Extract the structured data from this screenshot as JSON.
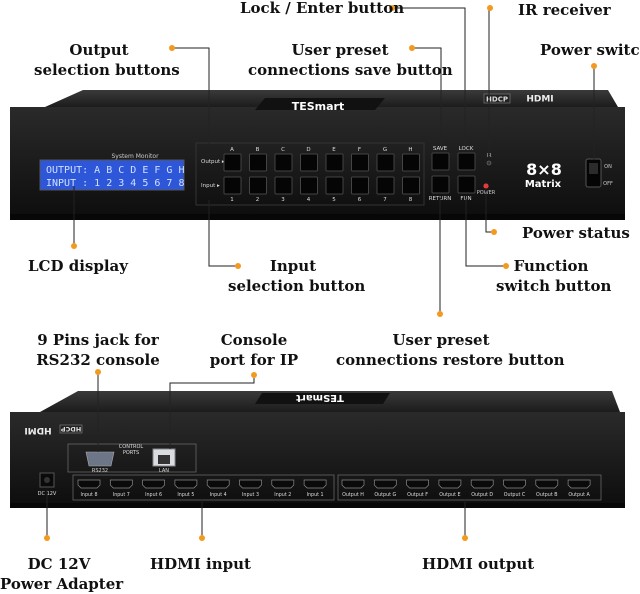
{
  "labels": {
    "lock_enter": "Lock / Enter button",
    "ir_receiver": "IR receiver",
    "output_selection": [
      "Output",
      "selection buttons"
    ],
    "user_preset_save": [
      "User preset",
      "connections save button"
    ],
    "power_switch": "Power switch",
    "lcd_display": "LCD display",
    "input_selection": [
      "Input",
      "selection button"
    ],
    "power_status": "Power status",
    "function_switch": [
      "Function",
      "switch button"
    ],
    "user_preset_restore": [
      "User preset",
      "connections restore button"
    ],
    "rs232_jack": [
      "9 Pins jack for",
      "RS232 console"
    ],
    "console_port": [
      "Console",
      "port for IP"
    ],
    "dc_power": [
      "DC 12V",
      "Power Adapter"
    ],
    "hdmi_input": "HDMI input",
    "hdmi_output": "HDMI output"
  },
  "front_panel": {
    "brand": "TESmart",
    "badge_hdcp": "HDCP",
    "badge_hdmi": "HDMI",
    "lcd_title": "System Monitor",
    "lcd_line1": "OUTPUT: A B C D E F G H",
    "lcd_line2": "INPUT : 1 2 3 4 5 6 7 8",
    "output_label": "Output ▸",
    "input_label": "Input ▸",
    "output_letters": [
      "A",
      "B",
      "C",
      "D",
      "E",
      "F",
      "G",
      "H"
    ],
    "input_numbers": [
      "1",
      "2",
      "3",
      "4",
      "5",
      "6",
      "7",
      "8"
    ],
    "save": "SAVE",
    "lock": "LOCK",
    "return": "RETURN",
    "fun": "FUN",
    "ir": "IR",
    "power": "POWER",
    "matrix_big": "8×8",
    "matrix_word": "Matrix",
    "switch_on": "ON",
    "switch_off": "OFF"
  },
  "back_panel": {
    "brand": "TESmart",
    "badge_hdcp": "HDCP",
    "badge_hdmi": "HDMI",
    "control_ports": [
      "CONTROL",
      "PORTS"
    ],
    "rs232": "RS232",
    "lan": "LAN",
    "dc": "DC 12V",
    "inputs": [
      "Input 8",
      "Input 7",
      "Input 6",
      "Input 5",
      "Input 4",
      "Input 3",
      "Input 2",
      "Input 1"
    ],
    "outputs": [
      "Output H",
      "Output G",
      "Output F",
      "Output E",
      "Output D",
      "Output C",
      "Output B",
      "Output A"
    ]
  },
  "colors": {
    "accent": "#f39a1e",
    "lcd_bg": "#2e56d8",
    "lcd_text": "#cfe0ff",
    "device": "#1a1a1a"
  }
}
